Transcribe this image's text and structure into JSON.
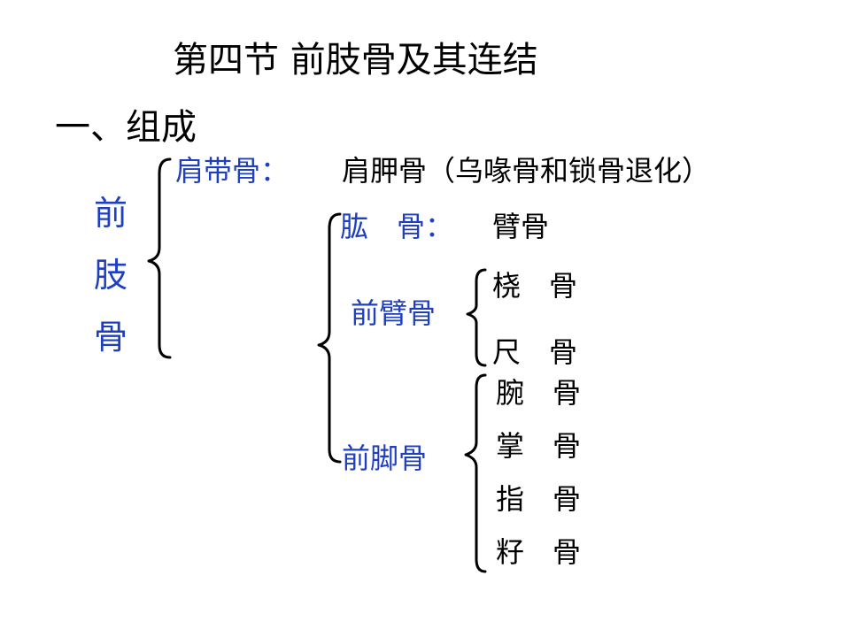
{
  "title": "第四节 前肢骨及其连结",
  "section": "一、组成",
  "root": {
    "chars": [
      "前",
      "肢",
      "骨"
    ]
  },
  "shoulder": {
    "label": "肩带骨：",
    "value": "肩胛骨（乌喙骨和锁骨退化）"
  },
  "arm": {
    "humerus_label": "肱　骨：",
    "humerus_value": "臂骨",
    "forearm_label": "前臂骨",
    "forearm_items": [
      "桡　骨",
      "尺　骨"
    ],
    "manus_label": "前脚骨",
    "manus_items": [
      "腕　骨",
      "掌　骨",
      "指　骨",
      "籽　骨"
    ]
  },
  "colors": {
    "accent": "#1f3fc0",
    "text": "#000000"
  }
}
